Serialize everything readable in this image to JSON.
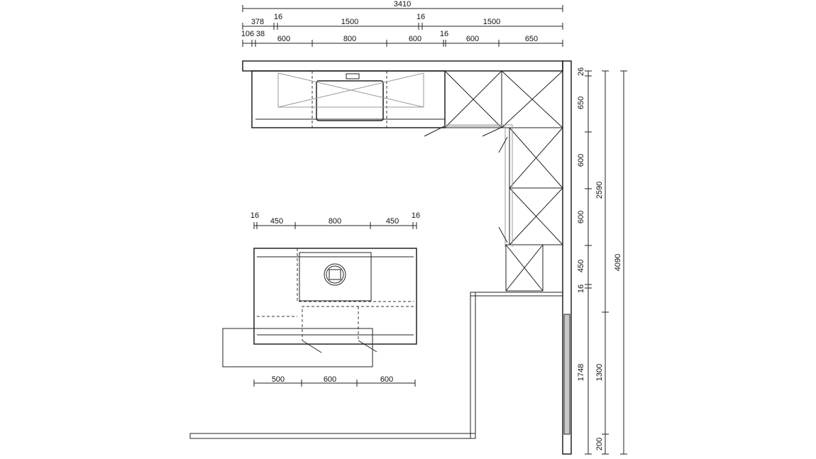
{
  "top_dims": {
    "overall": "3410",
    "row2": [
      "378",
      "16",
      "1500",
      "16",
      "1500"
    ],
    "row3": [
      "106",
      "38",
      "600",
      "800",
      "600",
      "16",
      "600",
      "650"
    ]
  },
  "right_dims": {
    "inner": [
      "26",
      "650",
      "600",
      "600",
      "450",
      "16",
      "1748"
    ],
    "middle": [
      "2590",
      "1300",
      "200"
    ],
    "outer": "4090"
  },
  "island_dims": {
    "top": [
      "16",
      "450",
      "800",
      "450",
      "16"
    ],
    "bottom": [
      "500",
      "600",
      "600"
    ]
  }
}
